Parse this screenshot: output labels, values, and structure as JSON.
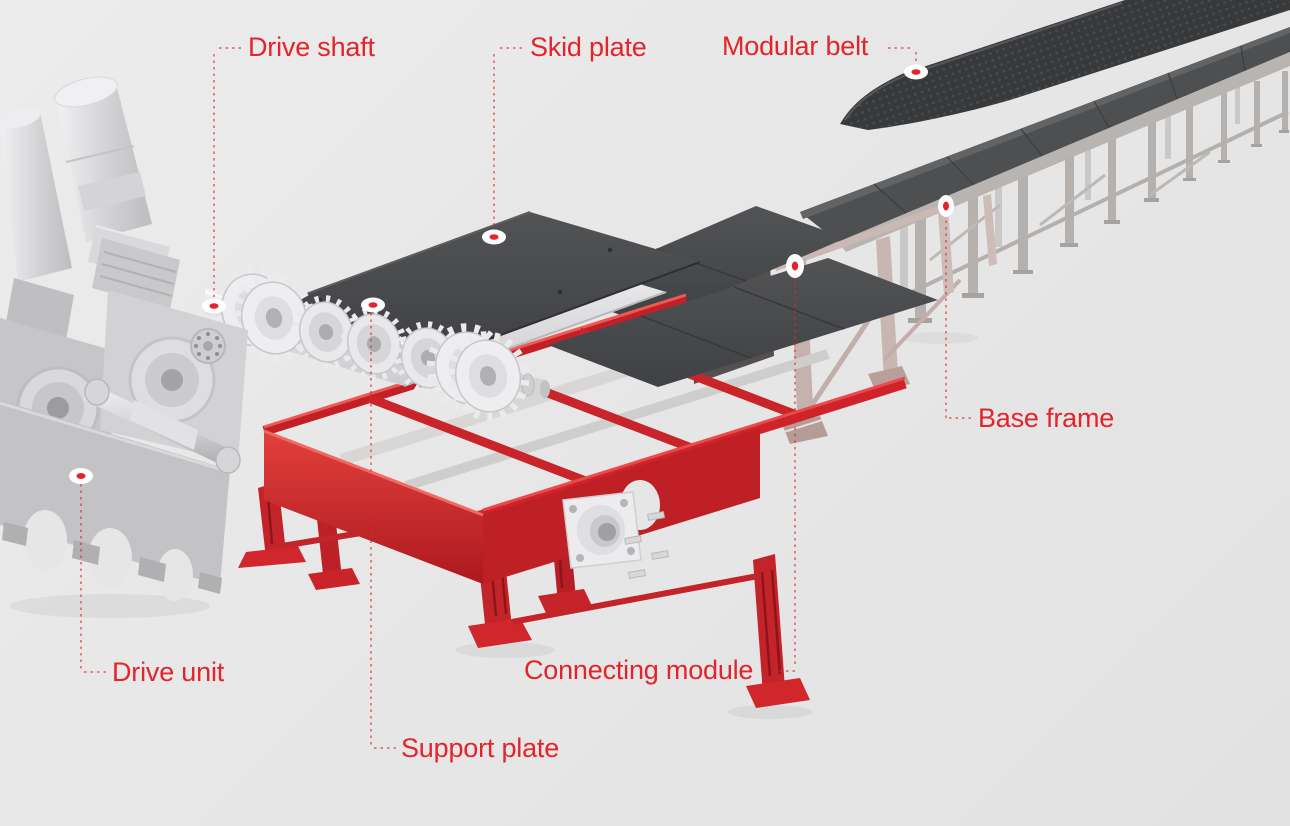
{
  "diagram": {
    "description": "Exploded-view illustration of a modular belt conveyor with callout labels",
    "background_color": "#e7e7e7",
    "label_color": "#e3242b",
    "labels": {
      "drive_shaft": "Drive shaft",
      "skid_plate": "Skid plate",
      "modular_belt": "Modular belt",
      "base_frame": "Base frame",
      "drive_unit": "Drive unit",
      "connecting_module": "Connecting module",
      "support_plate": "Support plate"
    },
    "part_colors": {
      "frame_red": "#cf2128",
      "deck_plate_dark": "#47484a",
      "modular_belt_dark": "#37393b",
      "metal_light_gray": "#d9d9db",
      "connecting_frame_pink": "#c5b1ad",
      "marker_dot_fill": "#ffffff",
      "marker_dot_center": "#e3242b"
    },
    "markers": [
      {
        "name": "drive-shaft-marker"
      },
      {
        "name": "skid-plate-marker"
      },
      {
        "name": "modular-belt-marker"
      },
      {
        "name": "base-frame-marker"
      },
      {
        "name": "drive-unit-marker"
      },
      {
        "name": "connecting-module-marker"
      },
      {
        "name": "support-plate-marker"
      }
    ]
  }
}
